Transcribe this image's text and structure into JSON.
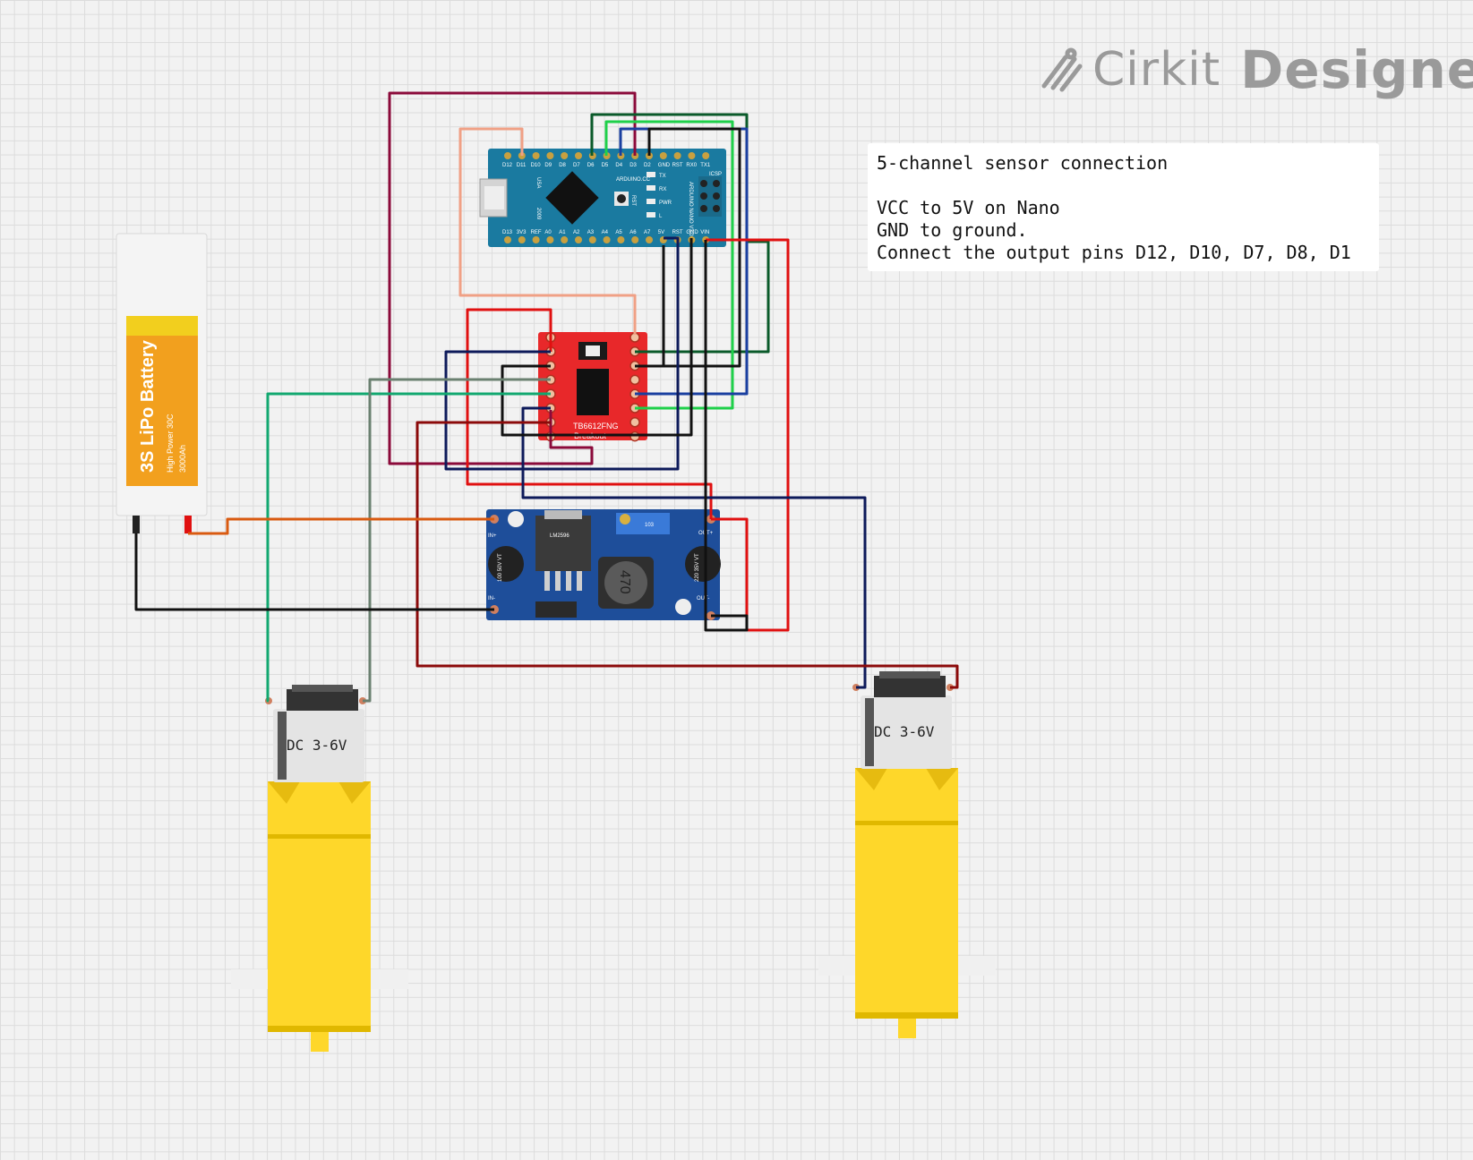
{
  "app": {
    "brand_part1": "Cirkit",
    "brand_part2": "Designer"
  },
  "note": {
    "title": "5-channel sensor connection",
    "lines": [
      "VCC to 5V on Nano",
      "GND to ground.",
      "Connect the output pins D12, D10, D7, D8, D1"
    ]
  },
  "components": {
    "battery": {
      "name": "3S LiPo Battery",
      "spec1": "High Power 30C",
      "spec2": "3000Ah"
    },
    "nano": {
      "brand": "ARDUINO.CC",
      "model": "ARDUINO NANO V3.0",
      "origin": "USA",
      "year": "2009",
      "icsp": "ICSP",
      "rst": "RST",
      "top_pins": [
        "D12",
        "D11",
        "D10",
        "D9",
        "D8",
        "D7",
        "D6",
        "D5",
        "D4",
        "D3",
        "D2",
        "GND",
        "RST",
        "RX0",
        "TX1"
      ],
      "bottom_pins": [
        "D13",
        "3V3",
        "REF",
        "A0",
        "A1",
        "A2",
        "A3",
        "A4",
        "A5",
        "A6",
        "A7",
        "5V",
        "RST",
        "GND",
        "VIN"
      ],
      "leds": [
        "TX",
        "RX",
        "PWR",
        "L"
      ]
    },
    "driver": {
      "label1": "TB6612FNG",
      "label2": "Breakout"
    },
    "buck": {
      "in_plus": "IN+",
      "in_minus": "IN-",
      "out_plus": "OUT+",
      "out_minus": "OUT-",
      "cap1": "100 50V VT",
      "cap2": "220 35V VT",
      "inductor": "470",
      "pot": "103",
      "ic": "LM2596"
    },
    "motor_left": {
      "label": "DC 3-6V"
    },
    "motor_right": {
      "label": "DC 3-6V"
    }
  },
  "colors": {
    "red": "#e01010",
    "dark_red": "#8b0a0a",
    "maroon": "#8b0a3a",
    "black": "#111111",
    "navy": "#0d1a5a",
    "dark_green": "#0a5a2a",
    "green": "#1fd04a",
    "teal": "#12a870",
    "blue": "#1a3fa0",
    "salmon": "#f0a085",
    "orange": "#d95a10",
    "gray_green": "#6a8070"
  }
}
